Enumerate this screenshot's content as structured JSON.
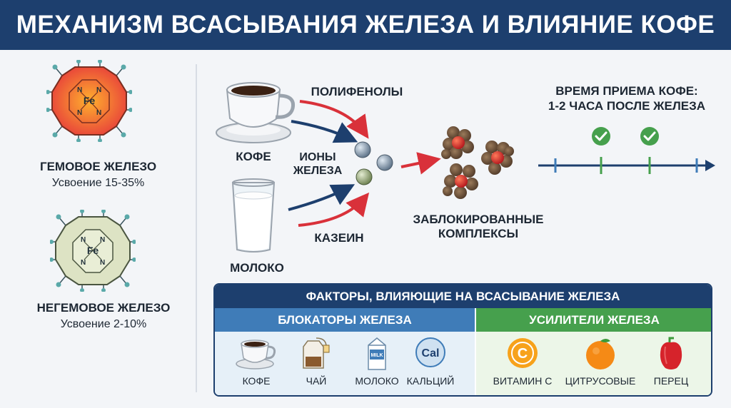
{
  "title": "МЕХАНИЗМ ВСАСЫВАНИЯ ЖЕЛЕЗА И ВЛИЯНИЕ КОФЕ",
  "heme": {
    "symbol": "Fe",
    "name": "ГЕМОВОЕ ЖЕЛЕЗО",
    "absorption": "Усвоение 15-35%"
  },
  "nonheme": {
    "symbol": "Fe",
    "name": "НЕГЕМОВОЕ ЖЕЛЕЗО",
    "absorption": "Усвоение 2-10%"
  },
  "mechanism": {
    "coffee_label": "КОФЕ",
    "milk_label": "МОЛОКО",
    "polyphenols_label": "ПОЛИФЕНОЛЫ",
    "casein_label": "КАЗЕИН",
    "iron_ions_label_1": "ИОНЫ",
    "iron_ions_label_2": "ЖЕЛЕЗА",
    "blocked_label_1": "ЗАБЛОКИРОВАННЫЕ",
    "blocked_label_2": "КОМПЛЕКСЫ"
  },
  "timing": {
    "line1": "ВРЕМЯ ПРИЕМА КОФЕ:",
    "line2": "1-2 ЧАСА ПОСЛЕ ЖЕЛЕЗА"
  },
  "factors": {
    "title": "ФАКТОРЫ, ВЛИЯЮЩИЕ НА ВСАСЫВАНИЕ ЖЕЛЕЗА",
    "blockers": {
      "title": "БЛОКАТОРЫ ЖЕЛЕЗА",
      "items": [
        {
          "label": "КОФЕ",
          "icon": "coffee-cup-icon"
        },
        {
          "label": "ЧАЙ",
          "icon": "tea-bag-icon"
        },
        {
          "label": "МОЛОКО",
          "icon": "milk-carton-icon",
          "icon_text": "MILK"
        },
        {
          "label": "КАЛЬЦИЙ",
          "icon": "calcium-icon",
          "icon_text": "Cal"
        }
      ]
    },
    "enhancers": {
      "title": "УСИЛИТЕЛИ ЖЕЛЕЗА",
      "items": [
        {
          "label": "ВИТАМИН С",
          "icon": "vitamin-c-icon",
          "icon_text": "C"
        },
        {
          "label": "ЦИТРУСОВЫЕ",
          "icon": "orange-icon"
        },
        {
          "label": "ПЕРЕЦ",
          "icon": "pepper-icon"
        }
      ]
    }
  },
  "colors": {
    "header": "#1d3f6e",
    "blockers": "#3f7cb8",
    "enhancers": "#46a04d",
    "arrow_red": "#d9313a",
    "arrow_blue": "#1d3f6e"
  }
}
